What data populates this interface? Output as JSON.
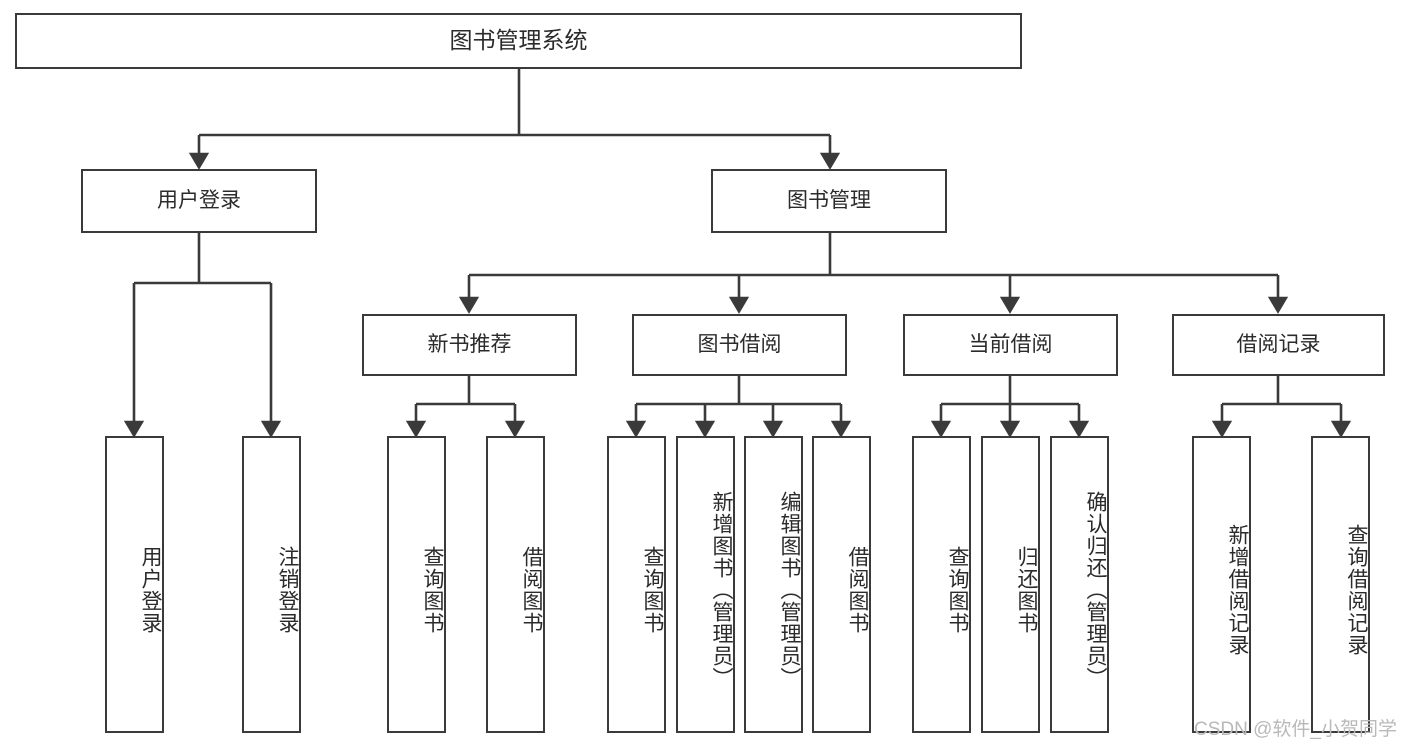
{
  "diagram": {
    "title": "图书管理系统",
    "watermark": "CSDN @软件_小贺同学",
    "root": {
      "id": "root",
      "label": "图书管理系统"
    },
    "level2": [
      {
        "id": "user-login",
        "label": "用户登录"
      },
      {
        "id": "book-management",
        "label": "图书管理"
      }
    ],
    "level3": [
      {
        "id": "new-book-recommend",
        "label": "新书推荐"
      },
      {
        "id": "book-borrow",
        "label": "图书借阅"
      },
      {
        "id": "current-borrow",
        "label": "当前借阅"
      },
      {
        "id": "borrow-record",
        "label": "借阅记录"
      }
    ],
    "leaves": {
      "user_login": [
        {
          "id": "leaf-user-login",
          "label": "用户登录"
        },
        {
          "id": "leaf-user-logout",
          "label": "注销登录"
        }
      ],
      "new_book_recommend": [
        {
          "id": "leaf-query-book-1",
          "label": "查询图书"
        },
        {
          "id": "leaf-borrow-book-1",
          "label": "借阅图书"
        }
      ],
      "book_borrow": [
        {
          "id": "leaf-query-book-2",
          "label": "查询图书"
        },
        {
          "id": "leaf-add-book-admin",
          "label": "新增图书（管理员）"
        },
        {
          "id": "leaf-edit-book-admin",
          "label": "编辑图书（管理员）"
        },
        {
          "id": "leaf-borrow-book-2",
          "label": "借阅图书"
        }
      ],
      "current_borrow": [
        {
          "id": "leaf-query-book-3",
          "label": "查询图书"
        },
        {
          "id": "leaf-return-book",
          "label": "归还图书"
        },
        {
          "id": "leaf-confirm-return-admin",
          "label": "确认归还（管理员）"
        }
      ],
      "borrow_record": [
        {
          "id": "leaf-add-borrow-record",
          "label": "新增借阅记录"
        },
        {
          "id": "leaf-query-borrow-record",
          "label": "查询借阅记录"
        }
      ]
    },
    "colors": {
      "stroke": "#3a3a3a",
      "text": "#2b2b2b",
      "background": "#ffffff",
      "watermark": "#b9b9b9"
    }
  }
}
